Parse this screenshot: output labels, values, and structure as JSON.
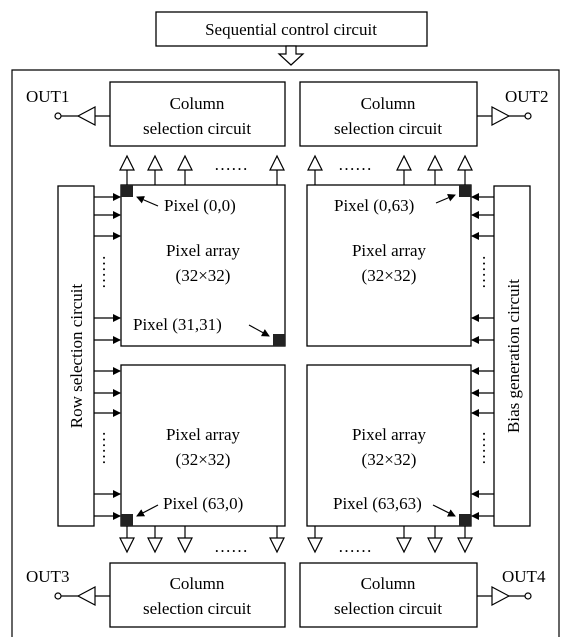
{
  "sequential_control": "Sequential control circuit",
  "column_selection": {
    "top_left": [
      "Column",
      "selection circuit"
    ],
    "top_right": [
      "Column",
      "selection circuit"
    ],
    "bottom_left": [
      "Column",
      "selection circuit"
    ],
    "bottom_right": [
      "Column",
      "selection circuit"
    ]
  },
  "outputs": {
    "out1": "OUT1",
    "out2": "OUT2",
    "out3": "OUT3",
    "out4": "OUT4"
  },
  "row_selection": "Row selection circuit",
  "bias_generation": "Bias generation circuit",
  "arrays": {
    "top_left": [
      "Pixel array",
      "(32×32)"
    ],
    "top_right": [
      "Pixel array",
      "(32×32)"
    ],
    "bottom_left": [
      "Pixel array",
      "(32×32)"
    ],
    "bottom_right": [
      "Pixel array",
      "(32×32)"
    ]
  },
  "pixels": {
    "p00": "Pixel (0,0)",
    "p063": "Pixel (0,63)",
    "p3131": "Pixel (31,31)",
    "p630": "Pixel (63,0)",
    "p6363": "Pixel (63,63)"
  },
  "ellipsis": "……",
  "vertical_dots": "……"
}
